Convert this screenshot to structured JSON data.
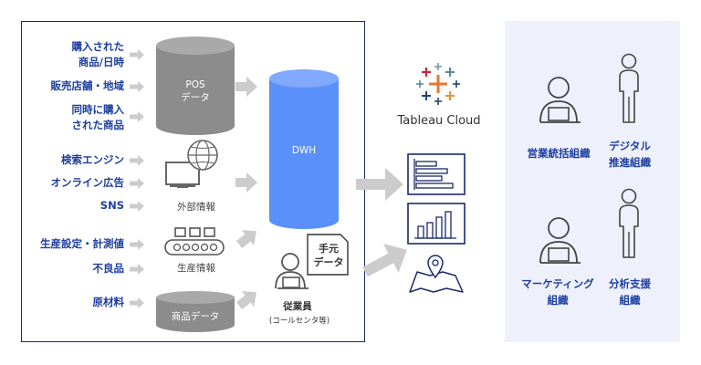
{
  "sources": {
    "pos_group": [
      "購入された\n商品/日時",
      "販売店舗・地域",
      "同時に購入\nされた商品"
    ],
    "external_group": [
      "検索エンジン",
      "オンライン広告",
      "SNS"
    ],
    "production_group": [
      "生産設定・計測値",
      "不良品"
    ],
    "materials_group": [
      "原材料"
    ]
  },
  "nodes": {
    "pos_db": "POS\nデータ",
    "external": "外部情報",
    "production": "生産情報",
    "product_db": "商品データ",
    "dwh": "DWH",
    "manual_data": "手元\nデータ",
    "employee": "従業員",
    "employee_note": "(コールセンタ等)"
  },
  "product": {
    "name": "Tableau Cloud"
  },
  "users": [
    "営業統括組織",
    "デジタル\n推進組織",
    "マーケティング\n組織",
    "分析支援\n組織"
  ],
  "colors": {
    "label_blue": "#1d3fa0",
    "dwh_blue": "#5b8ff9",
    "gray_db": "#8c8c8c",
    "panel_bg": "#eef0fb",
    "border_navy": "#1a2a6c",
    "arrow_gray": "#cccccc"
  }
}
